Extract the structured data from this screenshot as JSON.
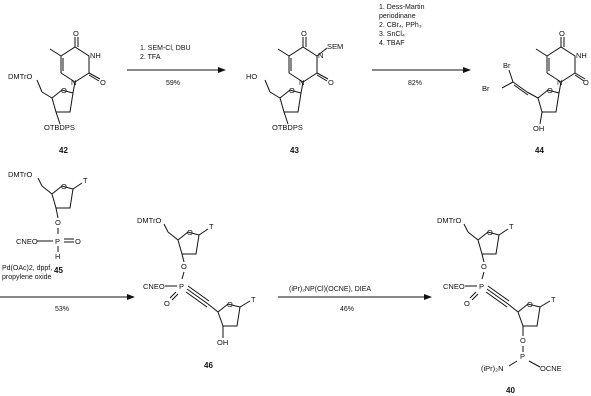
{
  "compounds": [
    {
      "id": "42",
      "label": "42"
    },
    {
      "id": "43",
      "label": "43"
    },
    {
      "id": "44",
      "label": "44"
    },
    {
      "id": "45",
      "label": "45"
    },
    {
      "id": "46",
      "label": "46"
    },
    {
      "id": "40",
      "label": "40"
    }
  ],
  "atoms": {
    "dmtro": "DMTrO",
    "otbdps": "OTBDPS",
    "ho": "HO",
    "oh": "OH",
    "o": "O",
    "nh": "NH",
    "n": "N",
    "sem": "SEM",
    "br": "Br",
    "t": "T",
    "p": "P",
    "h": "H",
    "cneo": "CNEO",
    "ocne": "OCNE",
    "ipr2n": "(iPr)₂N"
  },
  "steps": [
    {
      "id": "step1",
      "reagents": [
        "1. SEM-Cl, DBU",
        "2. TFA"
      ],
      "yield": "59%"
    },
    {
      "id": "step2",
      "reagents": [
        "1. Dess-Martin",
        "periodinane",
        "2. CBr₄, PPh₃",
        "3. SnCl₄",
        "4. TBAF"
      ],
      "yield": "82%"
    },
    {
      "id": "step3",
      "reagents": [
        "Pd(OAc)2, dppf,",
        "propylene oxide"
      ],
      "yield": "53%"
    },
    {
      "id": "step4",
      "reagents": [
        "(iPr)₂NP(Cl)(OCNE), DIEA"
      ],
      "yield": "46%"
    }
  ]
}
